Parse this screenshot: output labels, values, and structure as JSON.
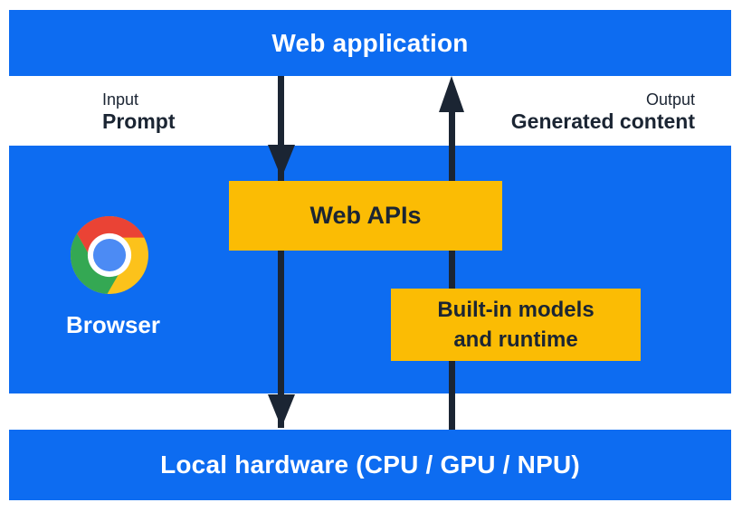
{
  "colors": {
    "band-blue": "#0d6cf1",
    "box-yellow": "#fbbc04",
    "ink-navy": "#1b2533",
    "white": "#ffffff",
    "chrome-red": "#ea4335",
    "chrome-green": "#34a853",
    "chrome-yellow": "#fcc21b",
    "chrome-blue": "#4c8bf4"
  },
  "top_band": {
    "label": "Web application"
  },
  "bottom_band": {
    "label": "Local hardware (CPU / GPU / NPU)"
  },
  "flow_labels": {
    "input_caption": "Input",
    "input_value": "Prompt",
    "output_caption": "Output",
    "output_value": "Generated content"
  },
  "browser_section": {
    "browser_label": "Browser",
    "web_apis_label": "Web APIs",
    "builtin_label": "Built-in models\nand runtime"
  },
  "icons": {
    "browser_icon": "chrome-logo",
    "input_arrow": "down-arrow",
    "output_arrow": "up-arrow"
  }
}
